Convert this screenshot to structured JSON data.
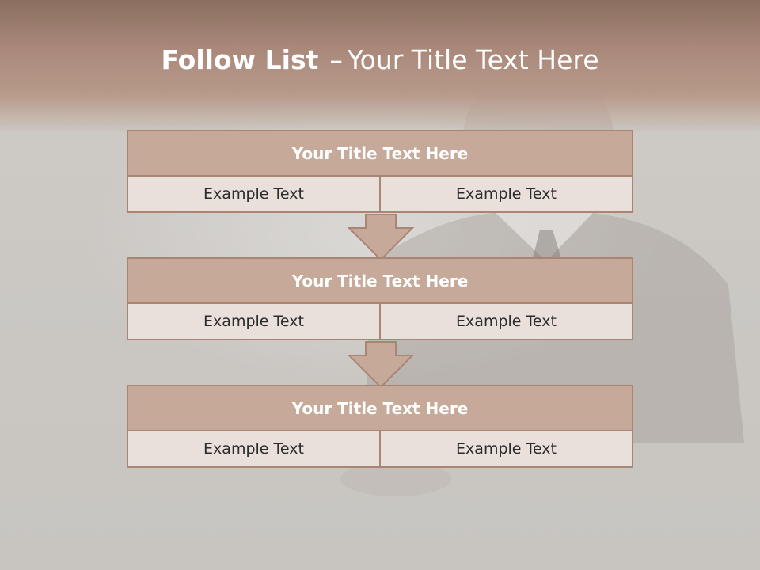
{
  "slide": {
    "title_bold": "Follow List",
    "title_sep": "–",
    "title_rest": "Your Title Text Here"
  },
  "blocks": [
    {
      "title": "Your Title Text Here",
      "left": "Example Text",
      "right": "Example Text"
    },
    {
      "title": "Your Title Text Here",
      "left": "Example Text",
      "right": "Example Text"
    },
    {
      "title": "Your Title Text Here",
      "left": "Example Text",
      "right": "Example Text"
    }
  ],
  "colors": {
    "header_band": "#a9887a",
    "block_header": "#c7a99a",
    "block_body": "#e9dfdb",
    "border": "#a98574",
    "arrow_fill": "#c7a99a"
  }
}
